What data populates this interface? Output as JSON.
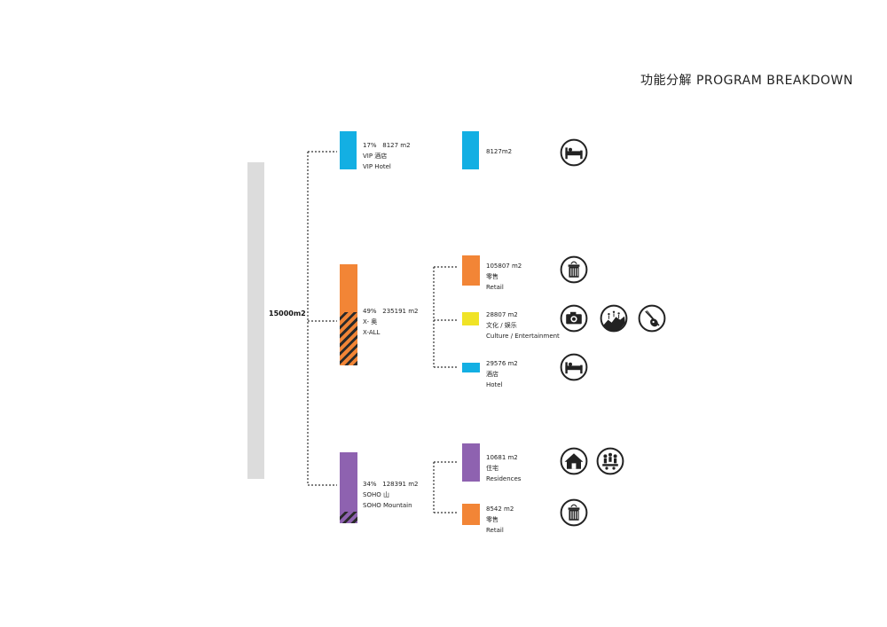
{
  "title": "功能分解  PROGRAM BREAKDOWN",
  "total": "15000m2",
  "colors": {
    "blue": "#13afe3",
    "orange": "#f28536",
    "yellow": "#f0e326",
    "purple": "#8e62b0",
    "grey": "#dcdcdc",
    "ink": "#222222"
  },
  "groups": [
    {
      "percent": "17%",
      "area": "8127 m2",
      "name_cn": "VIP 酒店",
      "name_en": "VIP Hotel"
    },
    {
      "percent": "49%",
      "area": "235191 m2",
      "name_cn": "X- 奥",
      "name_en": "X-ALL"
    },
    {
      "percent": "34%",
      "area": "128391 m2",
      "name_cn": "SOHO 山",
      "name_en": "SOHO Mountain"
    }
  ],
  "items": [
    {
      "area": "8127m2",
      "name_cn": "",
      "name_en": "",
      "icons": [
        "bed-icon"
      ]
    },
    {
      "area": "105807 m2",
      "name_cn": "零售",
      "name_en": "Retail",
      "icons": [
        "shopping-bag-icon"
      ]
    },
    {
      "area": "28807 m2",
      "name_cn": "文化 / 娱乐",
      "name_en": "Culture / Entertainment",
      "icons": [
        "camera-icon",
        "audience-icon",
        "guitar-icon"
      ]
    },
    {
      "area": "29576 m2",
      "name_cn": "酒店",
      "name_en": "Hotel",
      "icons": [
        "bed-icon"
      ]
    },
    {
      "area": "10681 m2",
      "name_cn": "住宅",
      "name_en": "Residences",
      "icons": [
        "house-icon",
        "community-icon"
      ]
    },
    {
      "area": "8542 m2",
      "name_cn": "零售",
      "name_en": "Retail",
      "icons": [
        "shopping-bag-icon"
      ]
    }
  ]
}
